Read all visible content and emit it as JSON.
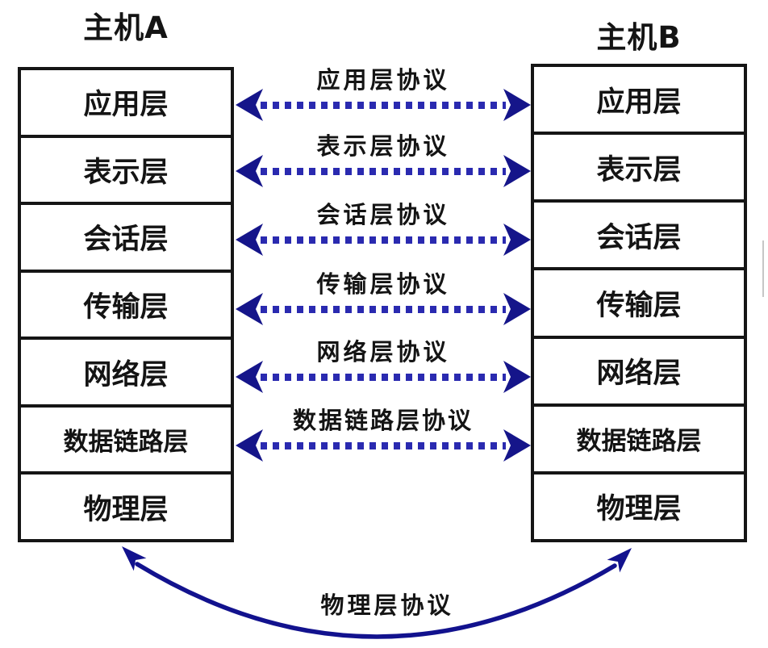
{
  "diagram": {
    "host_a": {
      "title": "主机A"
    },
    "host_b": {
      "title": "主机B"
    },
    "layers": [
      "应用层",
      "表示层",
      "会话层",
      "传输层",
      "网络层",
      "数据链路层",
      "物理层"
    ],
    "protocol_labels": [
      "应用层协议",
      "表示层协议",
      "会话层协议",
      "传输层协议",
      "网络层协议",
      "数据链路层协议"
    ],
    "physical_protocol_label": "物理层协议",
    "colors": {
      "arrow_dot": "#2a2ab0",
      "arrow_head": "#15158a",
      "arc": "#12128e",
      "box_border": "#151515",
      "text": "#141414",
      "background": "#ffffff"
    }
  }
}
